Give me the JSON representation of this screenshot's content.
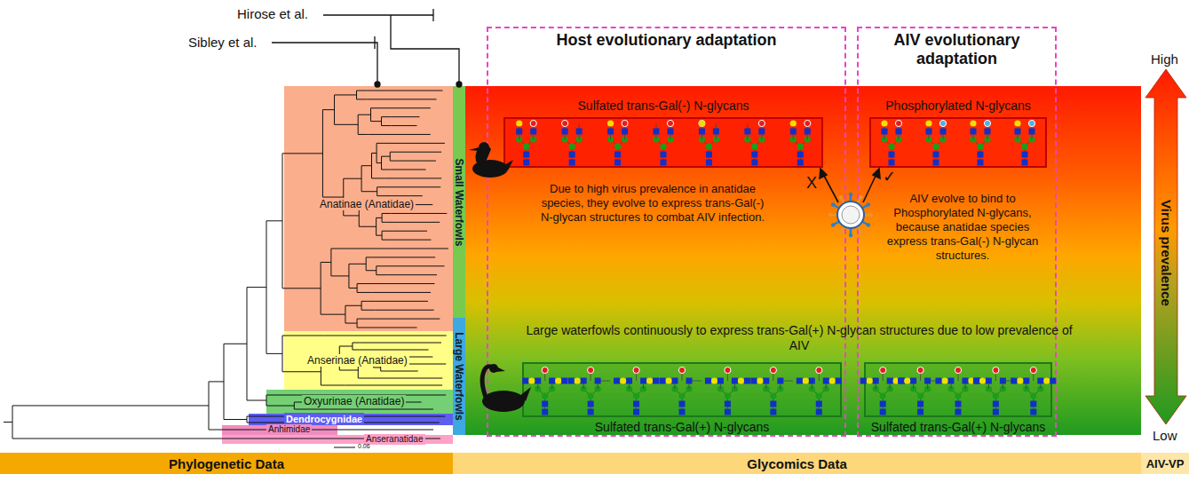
{
  "diagram": {
    "nodes": [
      {
        "text": [
          "Anatinae (Anatidae)"
        ]
      },
      {
        "text": [
          "Anserinae (Anatidae)"
        ]
      },
      {
        "text": [
          "Oxyurinae (Anatidae)"
        ]
      },
      {
        "text": [
          "Dendrocygnidae"
        ]
      },
      {
        "text": [
          "Anhimidae"
        ]
      },
      {
        "text": [
          "Anseranatidae"
        ]
      },
      {
        "text": [
          "Small Waterfowls"
        ]
      },
      {
        "text": [
          "Large Waterfowls"
        ]
      },
      {
        "text": [
          "Host evolutionary adaptation"
        ]
      },
      {
        "text": [
          "Sulfated trans-Gal(-) N-glycans"
        ],
        "in": 8
      },
      {
        "text": [
          "Sulfated trans-Gal(+) N-glycans"
        ],
        "in": 8
      },
      {
        "text": [
          "AIV evolutionary adaptation"
        ]
      },
      {
        "text": [
          "Phosphorylated N-glycans"
        ],
        "in": 11
      },
      {
        "text": [
          "Sulfated trans-Gal(+) N-glycans"
        ],
        "in": 11
      },
      {
        "text": [
          "Phylogenetic Data"
        ]
      },
      {
        "text": [
          "Glycomics Data"
        ]
      },
      {
        "text": [
          "AIV-VP"
        ]
      }
    ],
    "labels": [
      "Hirose et al.",
      "Sibley et al.",
      "0.06",
      "Due to high virus prevalence in anatidae species, they evolve to express trans-Gal(-) N-glycan structures to combat AIV infection.",
      "AIV evolve to bind to Phosphorylated N-glycans, because anatidae species express trans-Gal(-) N-glycan structures.",
      "Large waterfowls continuously to express trans-Gal(+) N-glycan structures due to low prevalence of AIV",
      "X",
      "✓",
      "High",
      "Virus prevalence",
      "Low"
    ]
  }
}
